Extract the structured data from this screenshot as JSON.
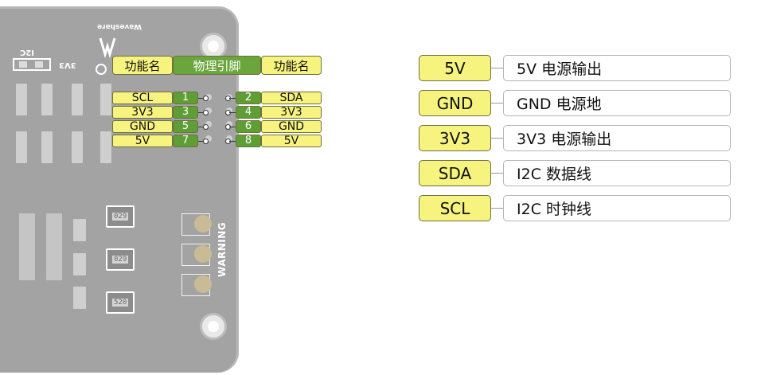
{
  "board": {
    "brand": "Waveshare",
    "i2c_label": "I2C",
    "v3v3_label": "3V3",
    "warning": "WARNING",
    "chip_codes": [
      "029",
      "029",
      "520"
    ]
  },
  "pin_table": {
    "headers": {
      "left": "功能名",
      "middle": "物理引脚",
      "right": "功能名"
    },
    "rows": [
      {
        "left": "SCL",
        "pin_left": "1",
        "pin_right": "2",
        "right": "SDA"
      },
      {
        "left": "3V3",
        "pin_left": "3",
        "pin_right": "4",
        "right": "3V3"
      },
      {
        "left": "GND",
        "pin_left": "5",
        "pin_right": "6",
        "right": "GND"
      },
      {
        "left": "5V",
        "pin_left": "7",
        "pin_right": "8",
        "right": "5V"
      }
    ]
  },
  "legend": [
    {
      "key": "5V",
      "desc": "5V 电源输出"
    },
    {
      "key": "GND",
      "desc": "GND 电源地"
    },
    {
      "key": "3V3",
      "desc": "3V3 电源输出"
    },
    {
      "key": "SDA",
      "desc": "I2C 数据线"
    },
    {
      "key": "SCL",
      "desc": "I2C 时钟线"
    }
  ],
  "colors": {
    "function_cell": "#f6f37e",
    "pin_cell": "#5f9e35",
    "pcb": "#a3a3a3"
  }
}
